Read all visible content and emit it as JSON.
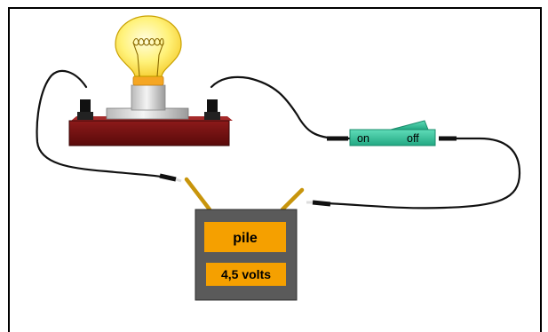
{
  "battery": {
    "label": "pile",
    "voltage": "4,5 volts"
  },
  "switch": {
    "on_label": "on",
    "off_label": "off",
    "state": "off"
  },
  "colors": {
    "frame": "#000000",
    "wire": "#111111",
    "lamp_base": "#7a1010",
    "bulb_glass": "#fff27a",
    "bulb_collar": "#f5a623",
    "filament": "#b8860b",
    "switch_body": "#3cc6a0",
    "battery_body": "#5b5b5b",
    "battery_label_bg": "#f5a000",
    "terminal_copper": "#c8950c"
  }
}
